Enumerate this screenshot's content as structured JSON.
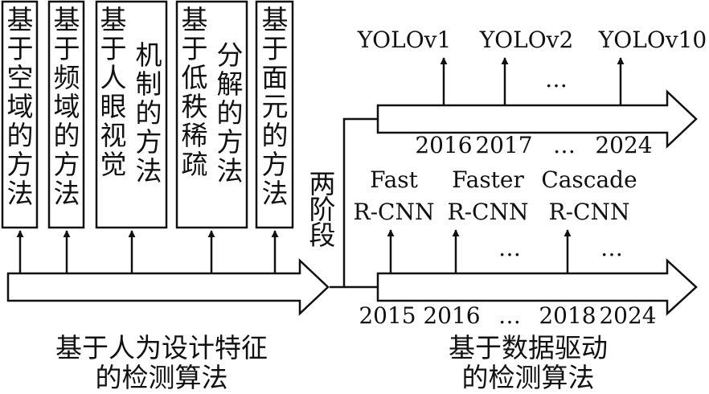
{
  "left_branch": {
    "method_boxes": [
      {
        "lines": [
          "基于空域的方法"
        ]
      },
      {
        "lines": [
          "基于频域的方法"
        ]
      },
      {
        "lines": [
          "基于人眼视觉",
          "机制的方法"
        ]
      },
      {
        "lines": [
          "基于低秩稀疏",
          "分解的方法"
        ]
      },
      {
        "lines": [
          "基于面元的方法"
        ]
      }
    ],
    "caption_line1": "基于人为设计特征",
    "caption_line2": "的检测算法"
  },
  "split_label": "两阶段",
  "right_branch": {
    "top_models": [
      "YOLOv1",
      "YOLOv2",
      "…",
      "YOLOv10"
    ],
    "top_years": [
      "2016",
      "2017",
      "…",
      "2024"
    ],
    "bottom_models": [
      {
        "line1": "Fast",
        "line2": "R-CNN"
      },
      {
        "line1": "Faster",
        "line2": "R-CNN"
      },
      {
        "line1": "",
        "line2": "…"
      },
      {
        "line1": "Cascade",
        "line2": "R-CNN"
      },
      {
        "line1": "",
        "line2": "…"
      }
    ],
    "bottom_years": [
      "2015",
      "2016",
      "…",
      "2018",
      "2024"
    ],
    "caption_line1": "基于数据驱动",
    "caption_line2": "的检测算法"
  },
  "colors": {
    "stroke": "#111111",
    "text": "#111111",
    "background": "#ffffff"
  }
}
